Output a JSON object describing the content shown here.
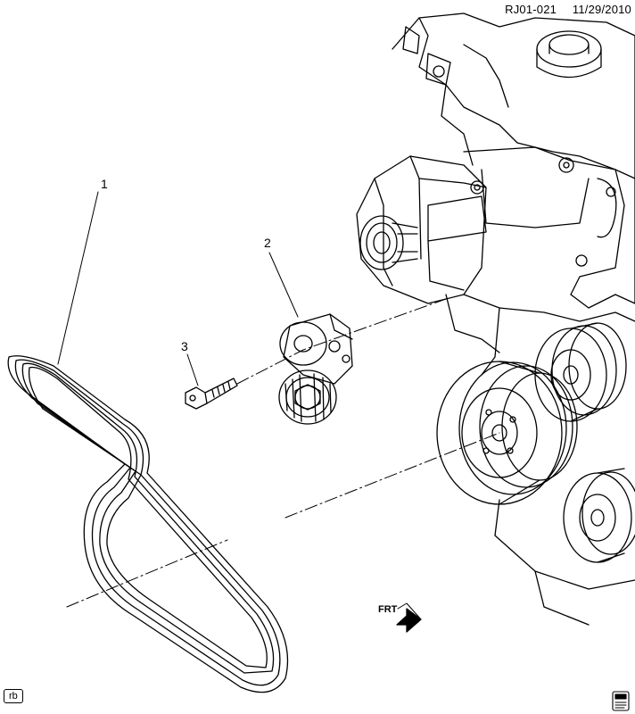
{
  "header": {
    "code": "RJ01-021",
    "date": "11/29/2010"
  },
  "callouts": {
    "c1": "1",
    "c2": "2",
    "c3": "3"
  },
  "frt": "FRT",
  "footer": {
    "code": "rb"
  },
  "icons": [
    "book-icon",
    "frt-arrow-icon"
  ]
}
